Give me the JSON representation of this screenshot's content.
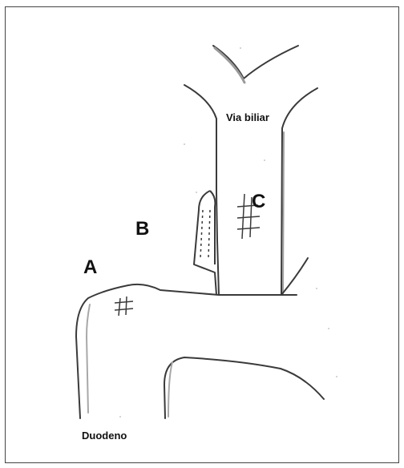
{
  "labels": {
    "via_biliar": "Via biliar",
    "duodeno": "Duodeno",
    "a": "A",
    "b": "B",
    "c": "C"
  },
  "colors": {
    "stroke": "#3a3a3a",
    "shading": "#b5b5b5",
    "frame": "#444444",
    "text": "#111111"
  }
}
